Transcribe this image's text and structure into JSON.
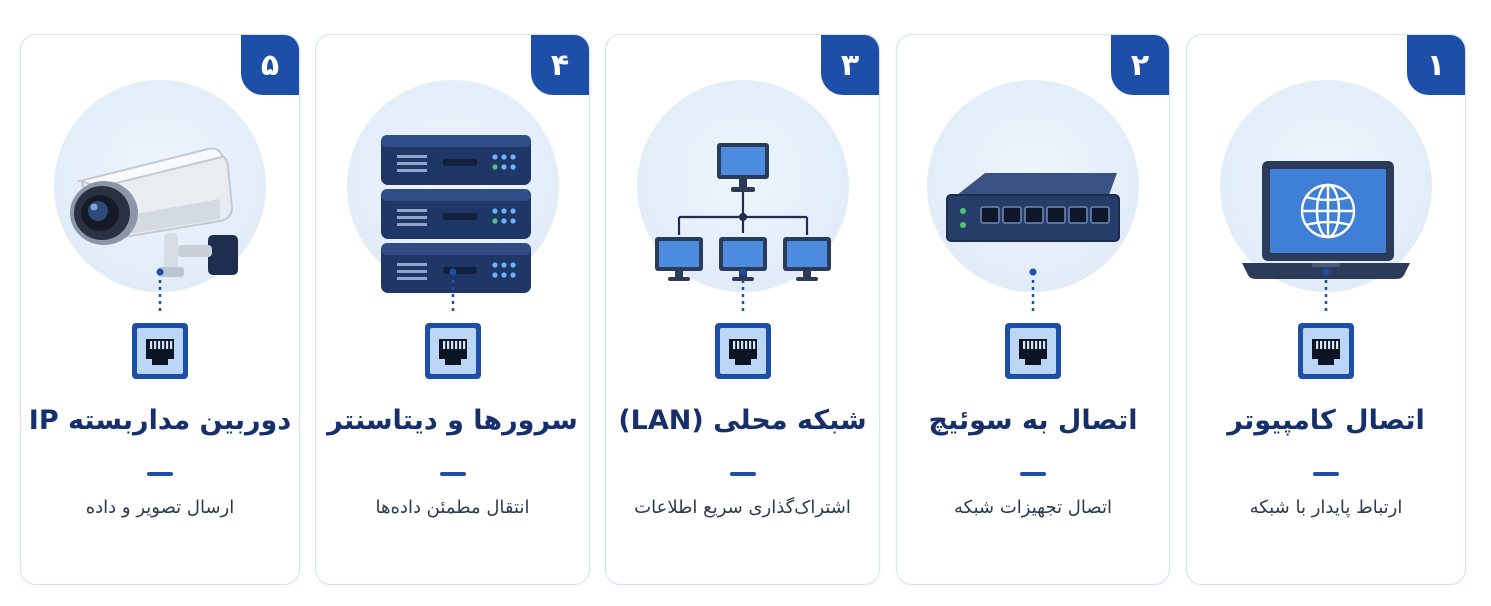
{
  "cards": [
    {
      "number": "۱",
      "title": "اتصال کامپیوتر",
      "subtitle": "ارتباط پایدار با شبکه",
      "icon": "laptop-globe-icon"
    },
    {
      "number": "۲",
      "title": "اتصال به سوئیچ",
      "subtitle": "اتصال تجهیزات شبکه",
      "icon": "network-switch-icon"
    },
    {
      "number": "۳",
      "title": "شبکه محلی (LAN)",
      "subtitle": "اشتراک‌گذاری سریع اطلاعات",
      "icon": "lan-topology-icon"
    },
    {
      "number": "۴",
      "title": "سرورها و دیتاسنتر",
      "subtitle": "انتقال مطمئن داده‌ها",
      "icon": "server-rack-icon"
    },
    {
      "number": "۵",
      "title": "دوربین مداربسته IP",
      "subtitle": "ارسال تصویر و داده",
      "icon": "ip-camera-icon"
    }
  ],
  "colors": {
    "accent": "#1d4fa8",
    "title": "#17306b",
    "subtitle": "#2f3a4e",
    "card_border": "#d6e3f3",
    "circle_bg": "#e3edf9"
  }
}
